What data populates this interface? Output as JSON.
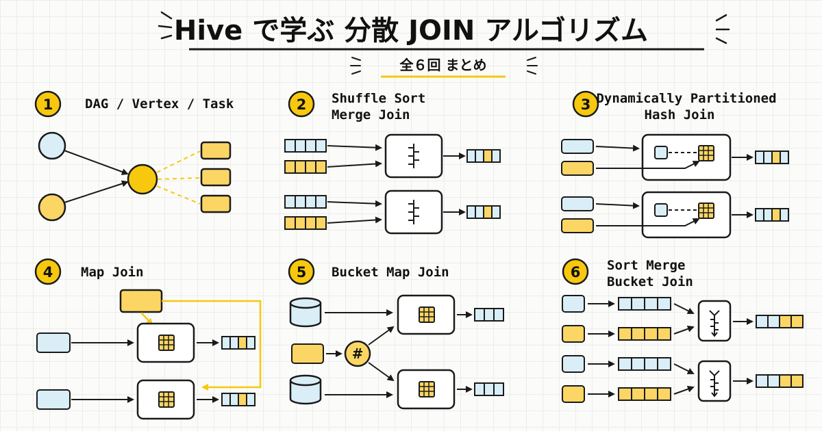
{
  "header": {
    "title": "Hive で学ぶ 分散 JOIN アルゴリズム",
    "subtitle": "全６回 まとめ"
  },
  "sections": [
    {
      "number": "1",
      "title_lines": [
        "DAG / Vertex / Task"
      ]
    },
    {
      "number": "2",
      "title_lines": [
        "Shuffle Sort",
        "Merge Join"
      ]
    },
    {
      "number": "3",
      "title_lines": [
        "Dynamically Partitioned",
        "Hash Join"
      ]
    },
    {
      "number": "4",
      "title_lines": [
        "Map Join"
      ]
    },
    {
      "number": "5",
      "title_lines": [
        "Bucket Map Join"
      ]
    },
    {
      "number": "6",
      "title_lines": [
        "Sort Merge",
        "Bucket Join"
      ]
    }
  ],
  "symbols": {
    "hash": "#"
  },
  "colors": {
    "accent_yellow": "#f7c80e",
    "light_yellow": "#fbd665",
    "light_blue": "#d9eef6",
    "outline": "#1a1a1a"
  }
}
